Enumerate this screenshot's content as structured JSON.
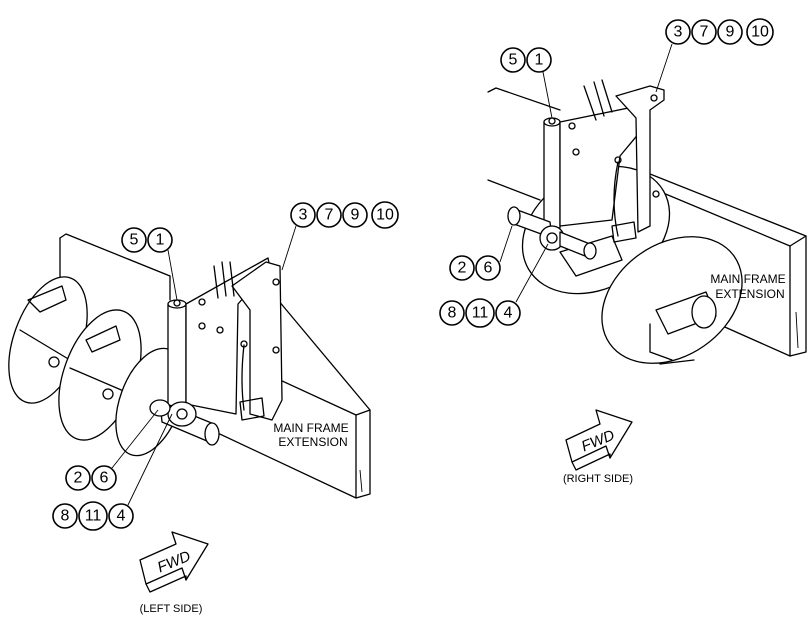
{
  "left_view": {
    "caption": "(LEFT SIDE)",
    "frame_label": [
      "MAIN FRAME",
      "EXTENSION"
    ],
    "arrow_text": "FWD",
    "callouts": [
      {
        "group": "top",
        "numbers": [
          "5",
          "1"
        ]
      },
      {
        "group": "bracket",
        "numbers": [
          "3",
          "7",
          "9",
          "10"
        ]
      },
      {
        "group": "spindle",
        "numbers": [
          "2",
          "6"
        ]
      },
      {
        "group": "hub",
        "numbers": [
          "8",
          "11",
          "4"
        ]
      }
    ]
  },
  "right_view": {
    "caption": "(RIGHT SIDE)",
    "frame_label": [
      "MAIN FRAME",
      "EXTENSION"
    ],
    "arrow_text": "FWD",
    "callouts": [
      {
        "group": "top",
        "numbers": [
          "5",
          "1"
        ]
      },
      {
        "group": "bracket",
        "numbers": [
          "3",
          "7",
          "9",
          "10"
        ]
      },
      {
        "group": "spindle",
        "numbers": [
          "2",
          "6"
        ]
      },
      {
        "group": "hub",
        "numbers": [
          "8",
          "11",
          "4"
        ]
      }
    ]
  }
}
